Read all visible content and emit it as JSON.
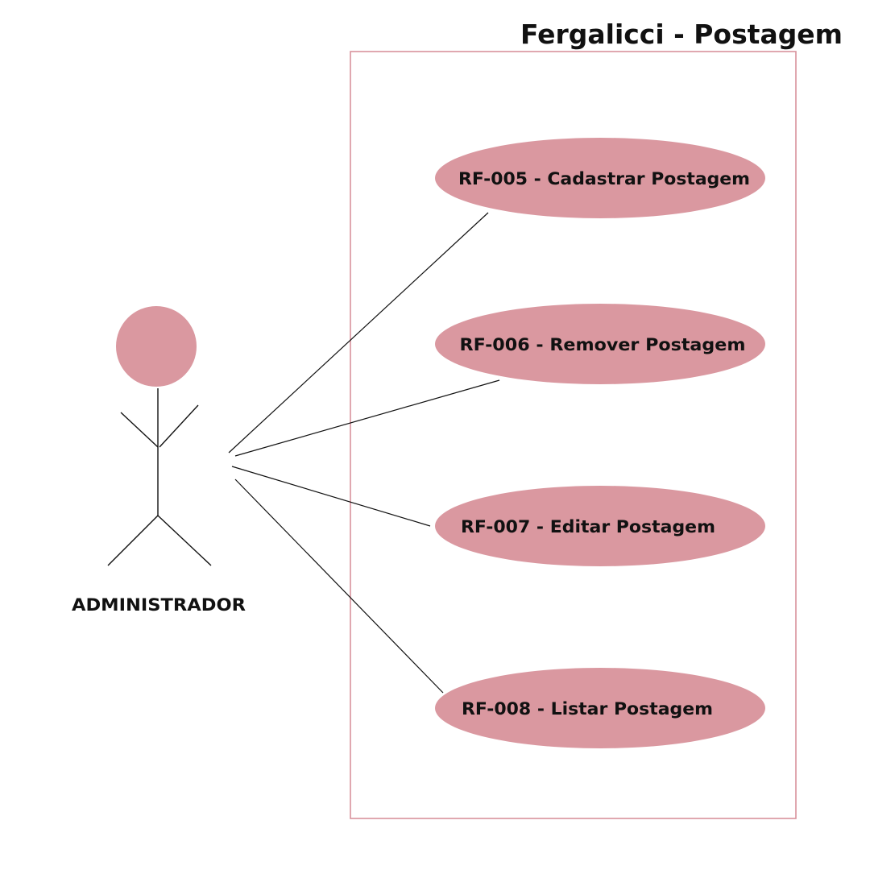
{
  "diagram": {
    "title": "Fergalicci - Postagem",
    "actor": {
      "label": "ADMINISTRADOR"
    },
    "use_cases": [
      {
        "id": "uc-005",
        "label": "RF-005 - Cadastrar Postagem"
      },
      {
        "id": "uc-006",
        "label": "RF-006 - Remover Postagem"
      },
      {
        "id": "uc-007",
        "label": "RF-007 - Editar Postagem"
      },
      {
        "id": "uc-008",
        "label": "RF-008 - Listar Postagem"
      }
    ]
  },
  "colors": {
    "accent": "#DA98A0",
    "boundary": "#D9939C",
    "stroke": "#111111",
    "background": "#FFFFFF"
  }
}
